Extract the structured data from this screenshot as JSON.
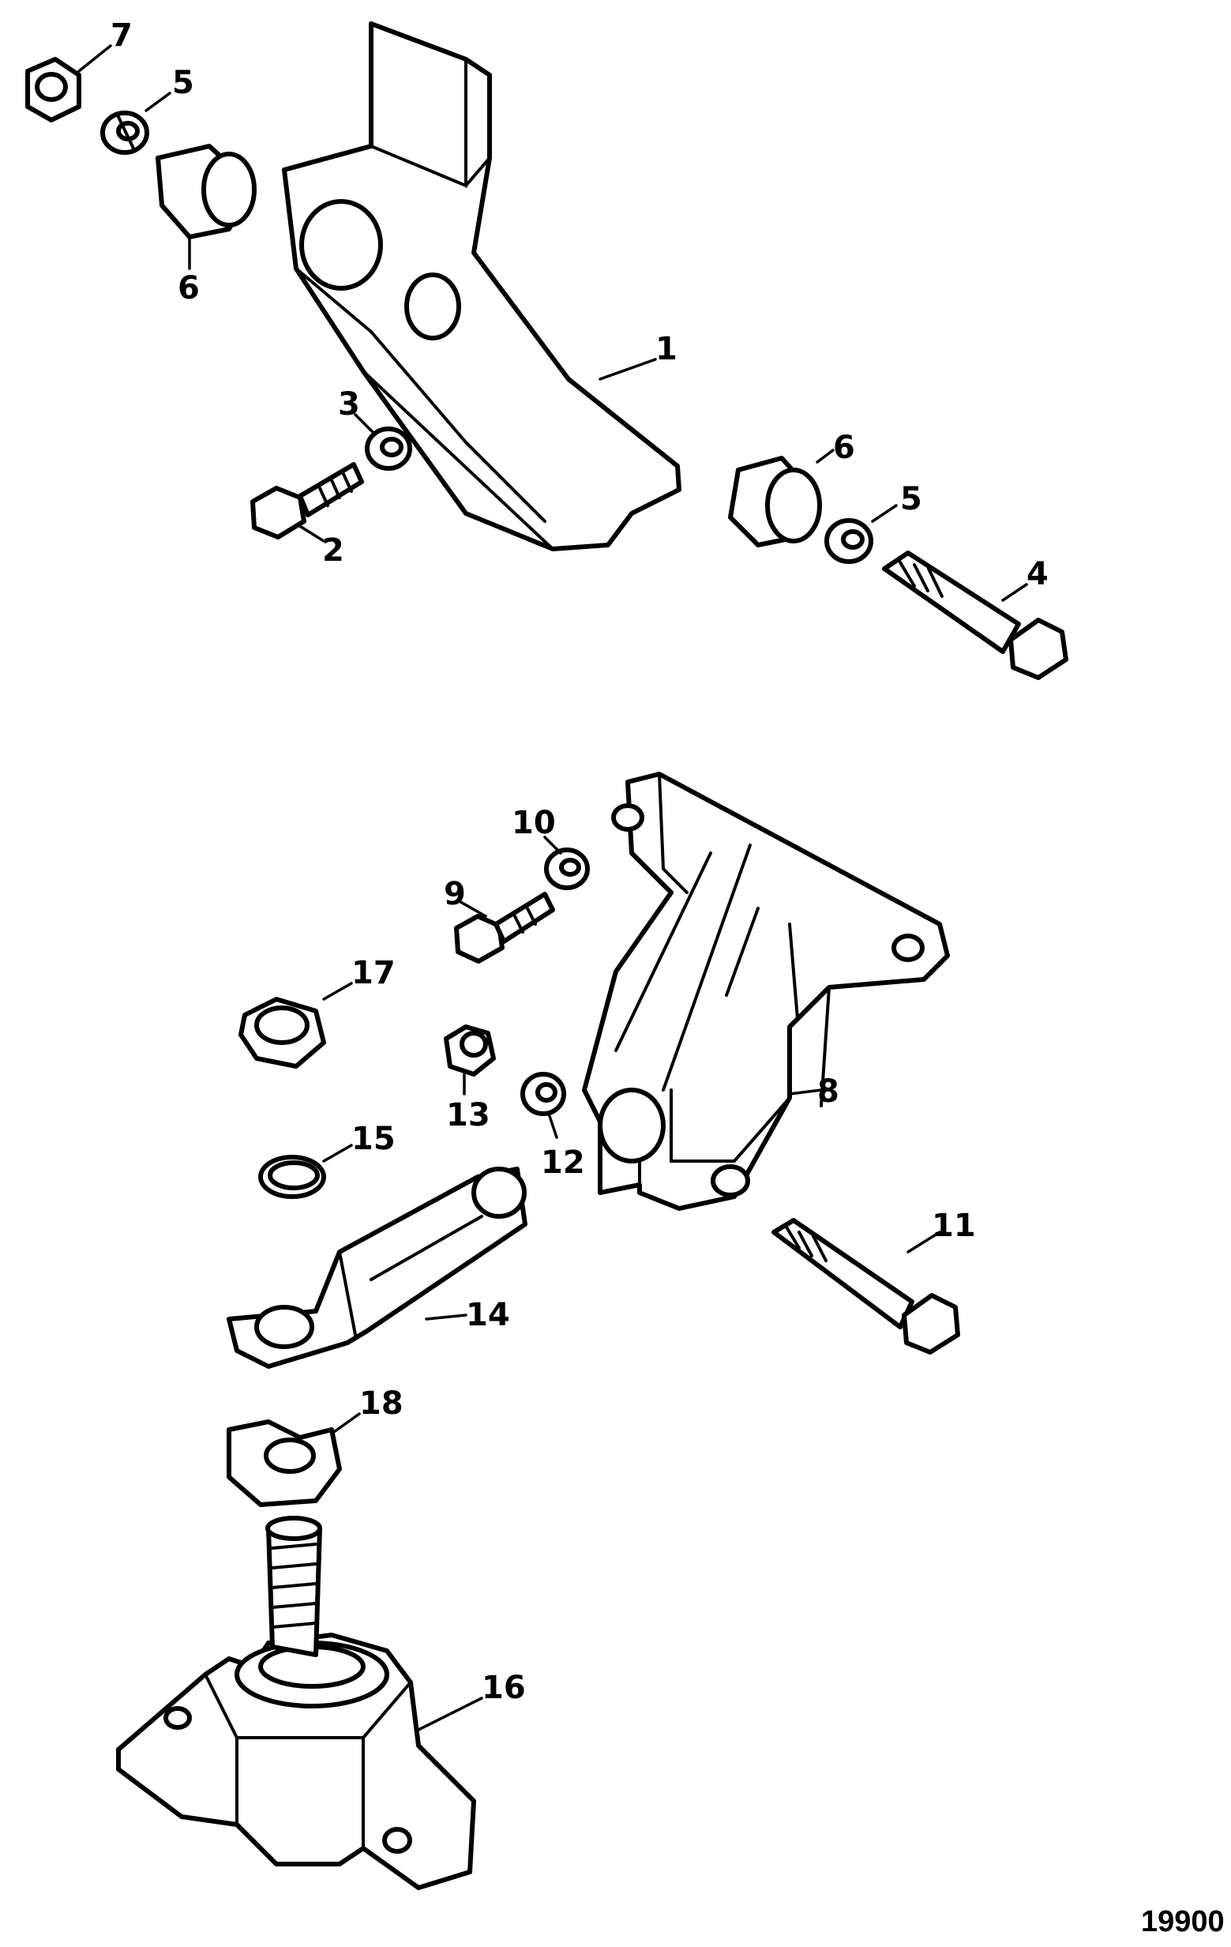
{
  "callouts": {
    "c1": "1",
    "c2": "2",
    "c3": "3",
    "c4": "4",
    "c5a": "5",
    "c5b": "5",
    "c6a": "6",
    "c6b": "6",
    "c7": "7",
    "c8": "8",
    "c9": "9",
    "c10": "10",
    "c11": "11",
    "c12": "12",
    "c13": "13",
    "c14": "14",
    "c15": "15",
    "c16": "16",
    "c17": "17",
    "c18": "18"
  },
  "figure_number": "19900",
  "colors": {
    "line": "#000000",
    "background": "#ffffff"
  }
}
